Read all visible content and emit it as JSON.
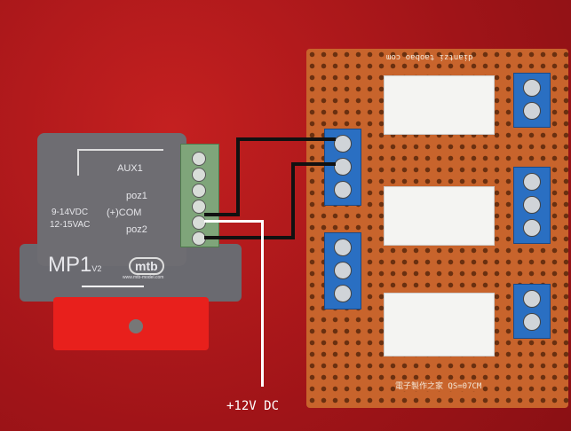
{
  "relay_module": {
    "aux_label": "AUX1",
    "poz1": "poz1",
    "com": "(+)COM",
    "poz2": "poz2",
    "voltage_dc": "9-14VDC",
    "voltage_ac": "12-15VAC",
    "model": "MP1",
    "version": "V2",
    "brand": "mtb",
    "website": "www.mtb-model.com"
  },
  "pcb": {
    "top_text": "diantzi taobao com",
    "bottom_text": "電子製作之家 QS=07CM"
  },
  "annotation": {
    "power_label": "+12V DC"
  }
}
